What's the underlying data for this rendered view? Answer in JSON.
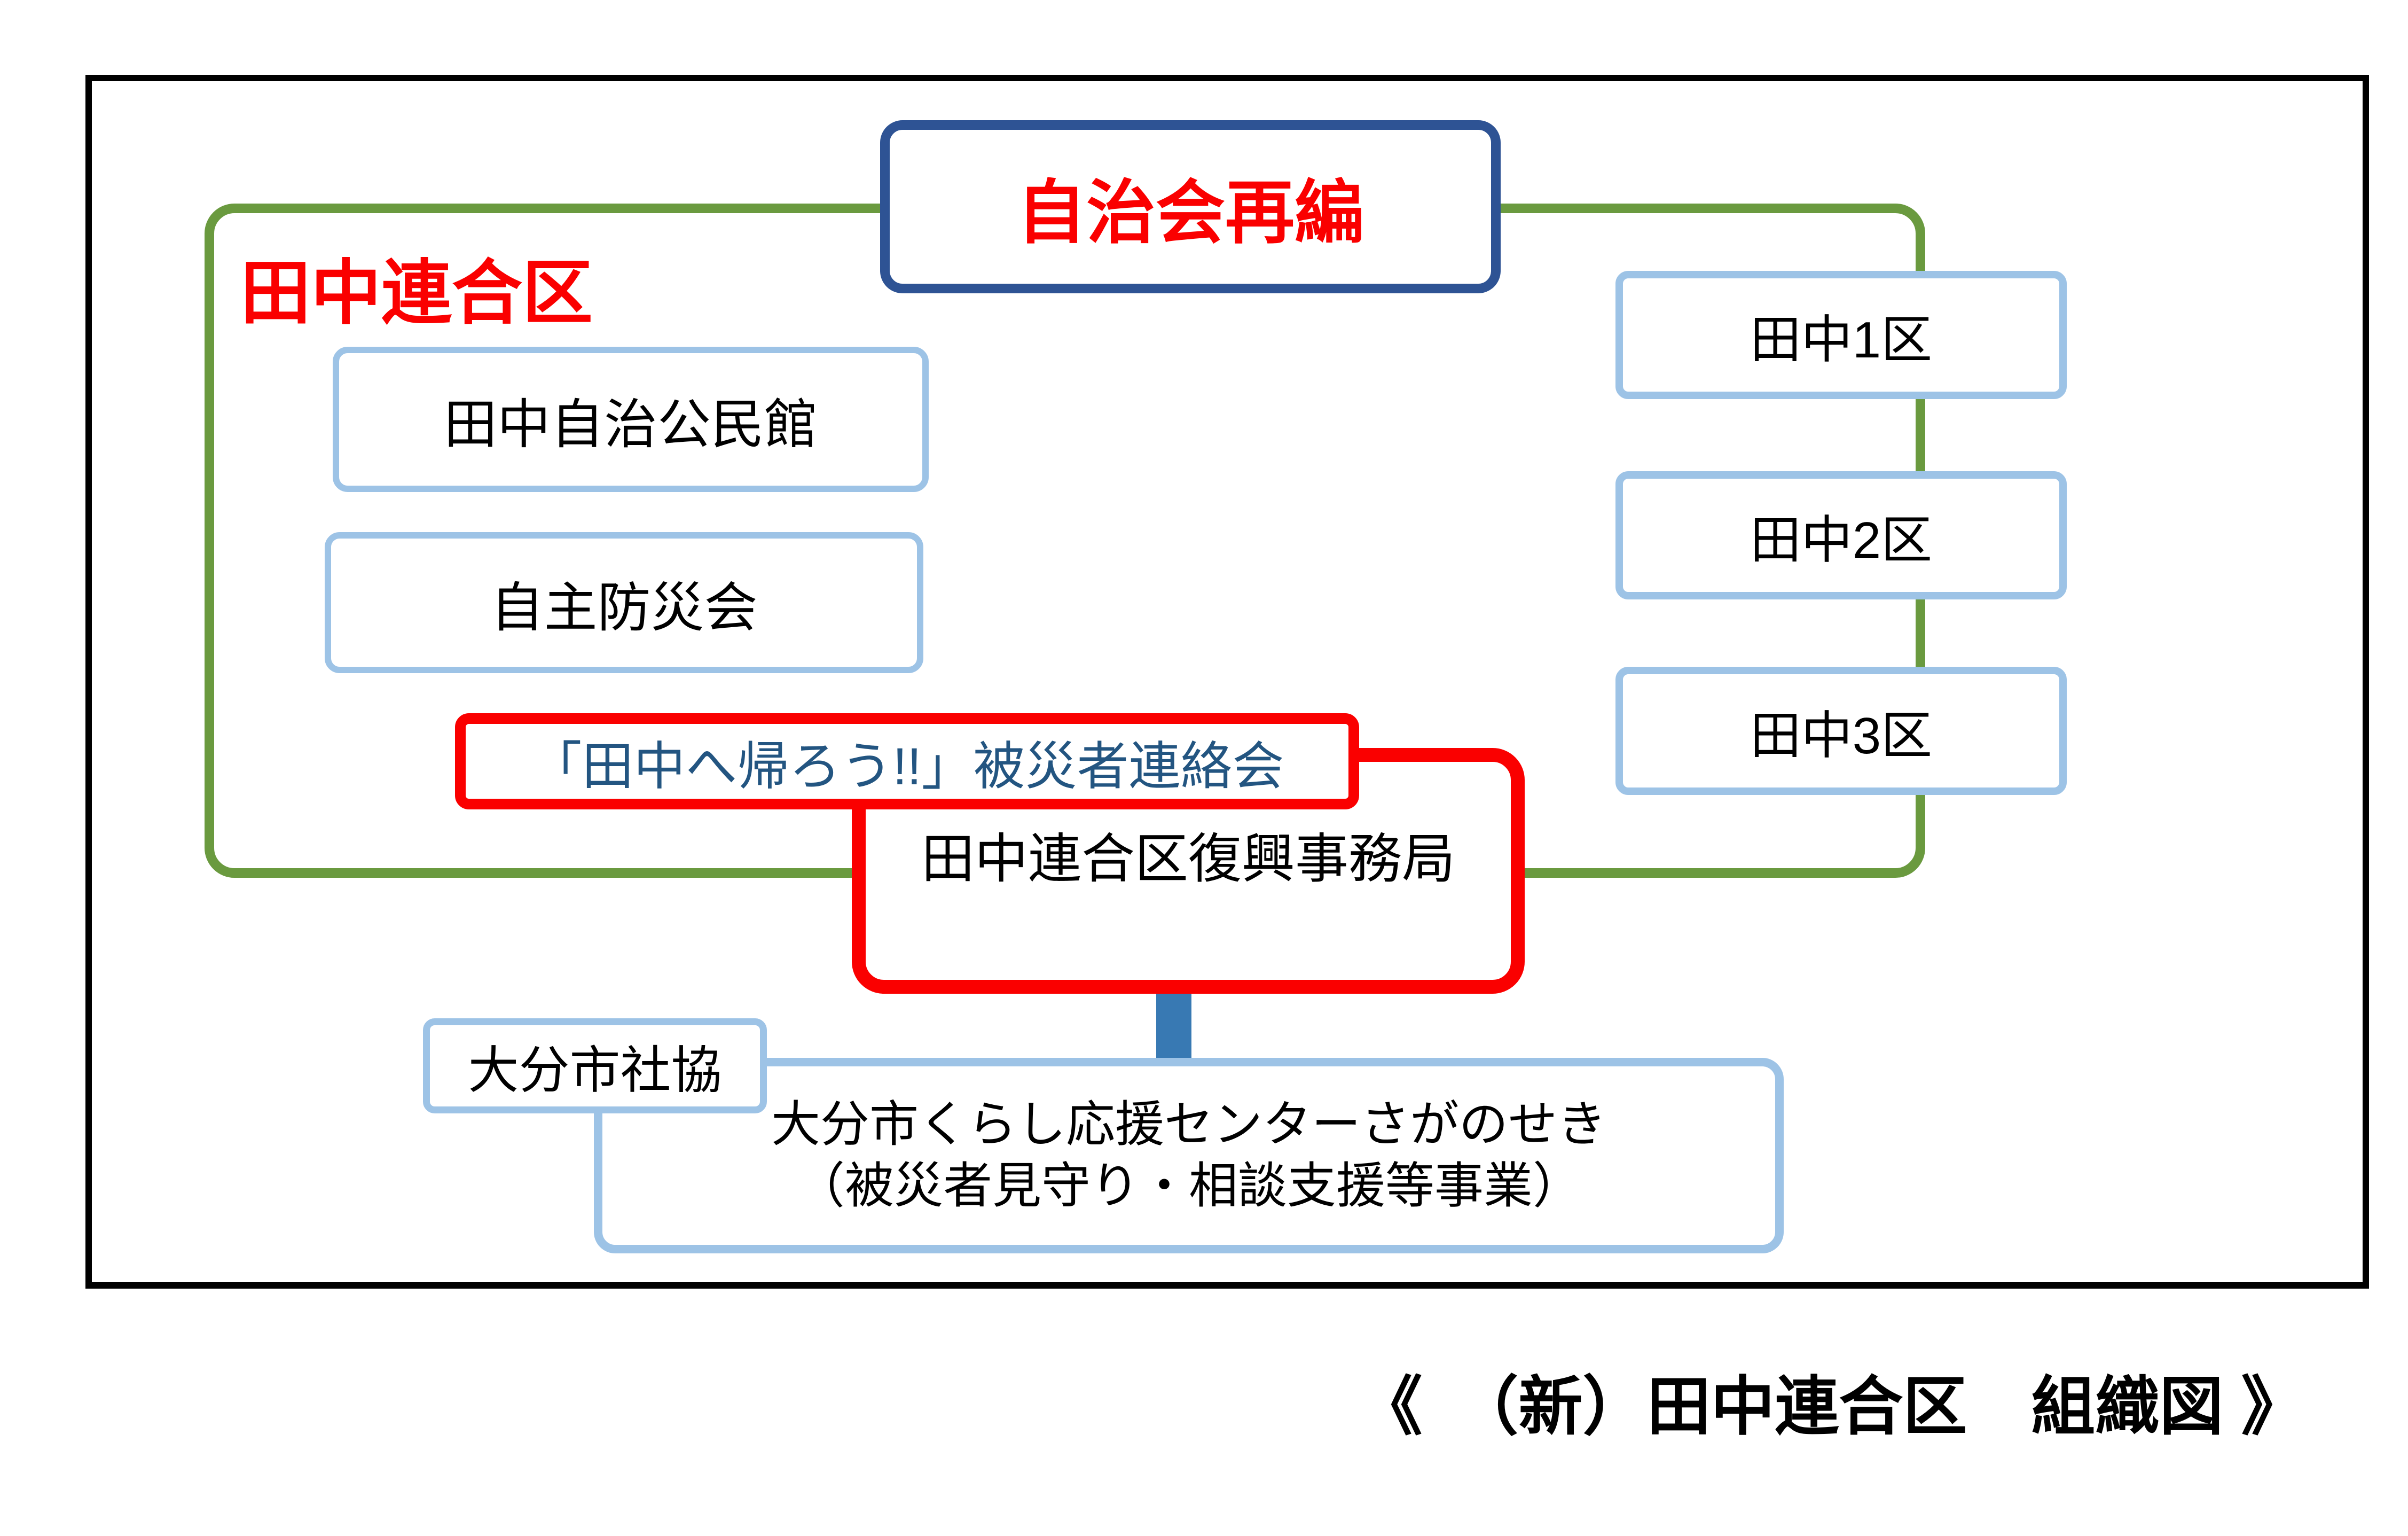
{
  "diagram": {
    "top_box": {
      "label": "自治会再編"
    },
    "group_label": "田中連合区",
    "left_boxes": [
      {
        "label": "田中自治公民館"
      },
      {
        "label": "自主防災会"
      }
    ],
    "renraku_box": {
      "label": "「田中へ帰ろう!!」被災者連絡会"
    },
    "fukkou_box": {
      "label": "田中連合区復興事務局"
    },
    "right_boxes": [
      {
        "label": "田中1区"
      },
      {
        "label": "田中2区"
      },
      {
        "label": "田中3区"
      }
    ],
    "shakyo_box": {
      "label": "大分市社協"
    },
    "center_box": {
      "line1": "大分市くらし応援センターさがのせき",
      "line2": "（被災者見守り・相談支援等事業）"
    },
    "caption": "《　（新）田中連合区　組織図 》",
    "colors": {
      "frame-black": "#000000",
      "green": "#6A9A3F",
      "dark-blue": "#2E5394",
      "light-blue": "#9DC3E6",
      "red": "#FA0000",
      "steel-blue": "#3879B3",
      "navy-text": "#235581"
    }
  }
}
